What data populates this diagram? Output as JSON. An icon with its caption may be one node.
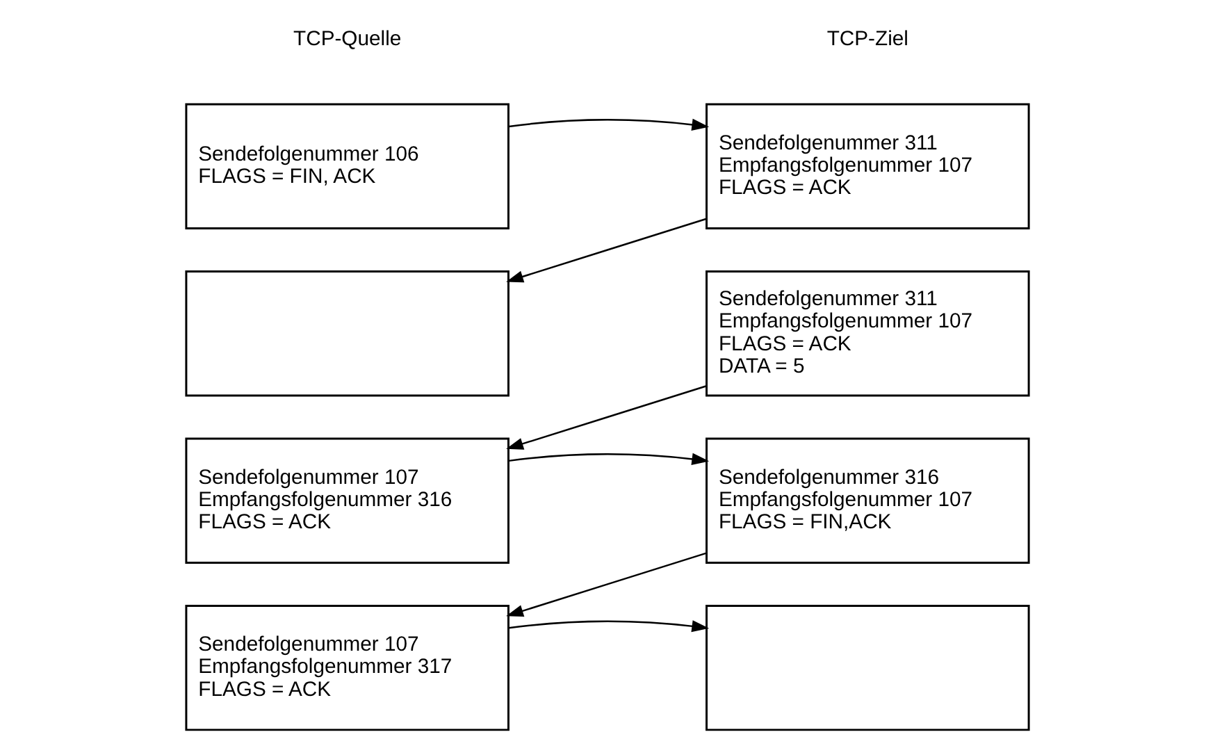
{
  "diagram": {
    "nodes": [
      {
        "text": [
          "Sendefolgenummer 106",
          "FLAGS = FIN, ACK"
        ]
      },
      {
        "text": [
          "Sendefolgenummer 311",
          "Empfangsfolgenummer 107",
          "FLAGS = ACK"
        ]
      },
      {
        "text": [],
        "shape": "box"
      },
      {
        "text": [
          "Sendefolgenummer 311",
          "Empfangsfolgenummer 107",
          "FLAGS = ACK",
          "DATA = 5"
        ]
      },
      {
        "text": [
          "Sendefolgenummer 107",
          "Empfangsfolgenummer 316",
          "FLAGS = ACK"
        ]
      },
      {
        "text": [
          "Sendefolgenummer 316",
          "Empfangsfolgenummer 107",
          "FLAGS = FIN,ACK"
        ]
      },
      {
        "text": [
          "Sendefolgenummer 107",
          "Empfangsfolgenummer 317",
          "FLAGS = ACK"
        ]
      },
      {
        "text": [],
        "shape": "box"
      }
    ],
    "edges": [
      {
        "from": 0,
        "to": 1,
        "arrow": "to"
      },
      {
        "from": 1,
        "to": 2,
        "arrow": "to"
      },
      {
        "from": 3,
        "to": 4,
        "arrow": "to"
      },
      {
        "from": 4,
        "to": 5,
        "arrow": "to"
      },
      {
        "from": 5,
        "to": 6,
        "arrow": "to"
      },
      {
        "from": 6,
        "to": 7,
        "arrow": "to"
      }
    ],
    "labels": [
      "TCP-Quelle",
      "TCP-Ziel"
    ]
  }
}
